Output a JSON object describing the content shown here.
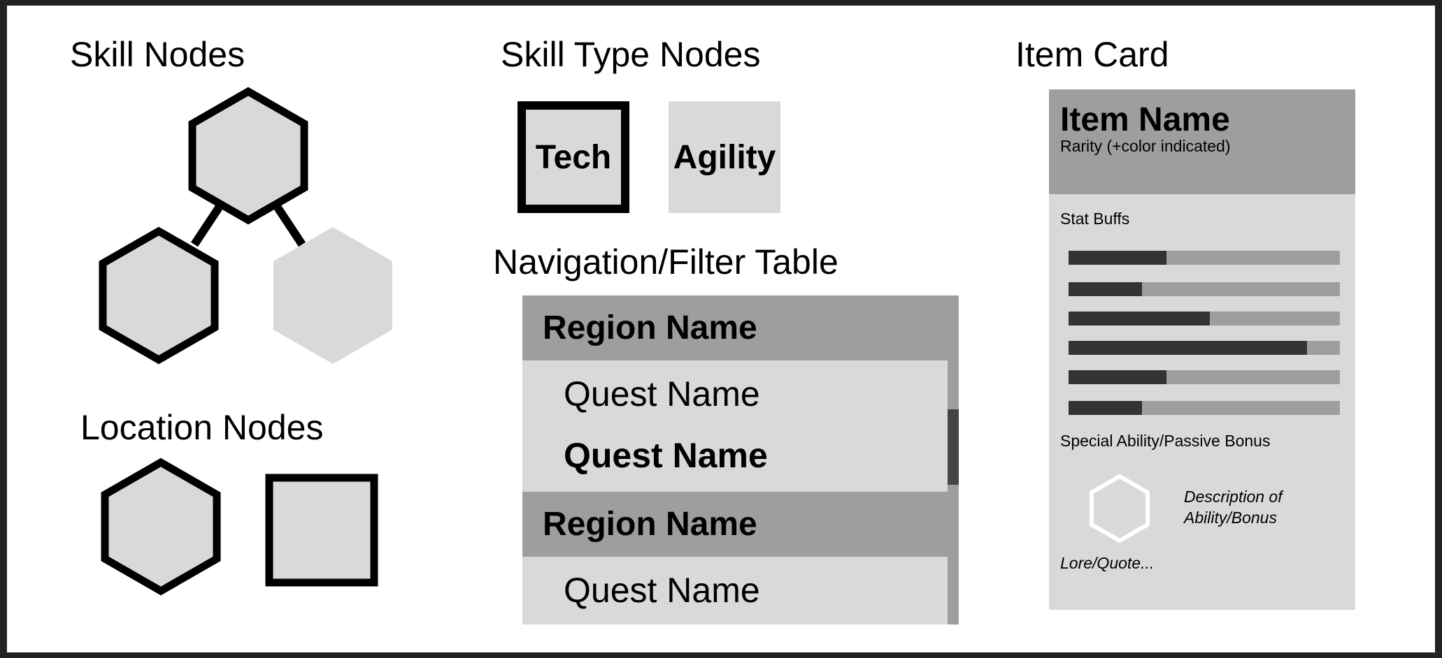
{
  "sections": {
    "skill_nodes": "Skill Nodes",
    "skill_type_nodes": "Skill Type Nodes",
    "item_card": "Item Card",
    "navigation_filter_table": "Navigation/Filter Table",
    "location_nodes": "Location Nodes"
  },
  "skill_type_nodes": [
    {
      "label": "Tech",
      "outlined": true
    },
    {
      "label": "Agility",
      "outlined": false
    }
  ],
  "nav_table": {
    "regions": [
      {
        "name": "Region Name",
        "quests": [
          {
            "name": "Quest Name",
            "bold": false
          },
          {
            "name": "Quest Name",
            "bold": true
          }
        ]
      },
      {
        "name": "Region Name",
        "quests": [
          {
            "name": "Quest Name",
            "bold": false
          }
        ]
      }
    ]
  },
  "item_card": {
    "name": "Item Name",
    "rarity": "Rarity (+color indicated)",
    "stat_buffs_label": "Stat Buffs",
    "stat_buffs": [
      0.36,
      0.27,
      0.52,
      0.88,
      0.36,
      0.27
    ],
    "special_label": "Special Ability/Passive Bonus",
    "ability_description": [
      "Description of",
      "Ability/Bonus"
    ],
    "lore": "Lore/Quote..."
  },
  "colors": {
    "frame": "#222222",
    "node_fill": "#d9d9d9",
    "header_fill": "#9e9e9e",
    "stat_fill": "#333333",
    "scroll_thumb": "#444444",
    "outline": "#000000"
  }
}
